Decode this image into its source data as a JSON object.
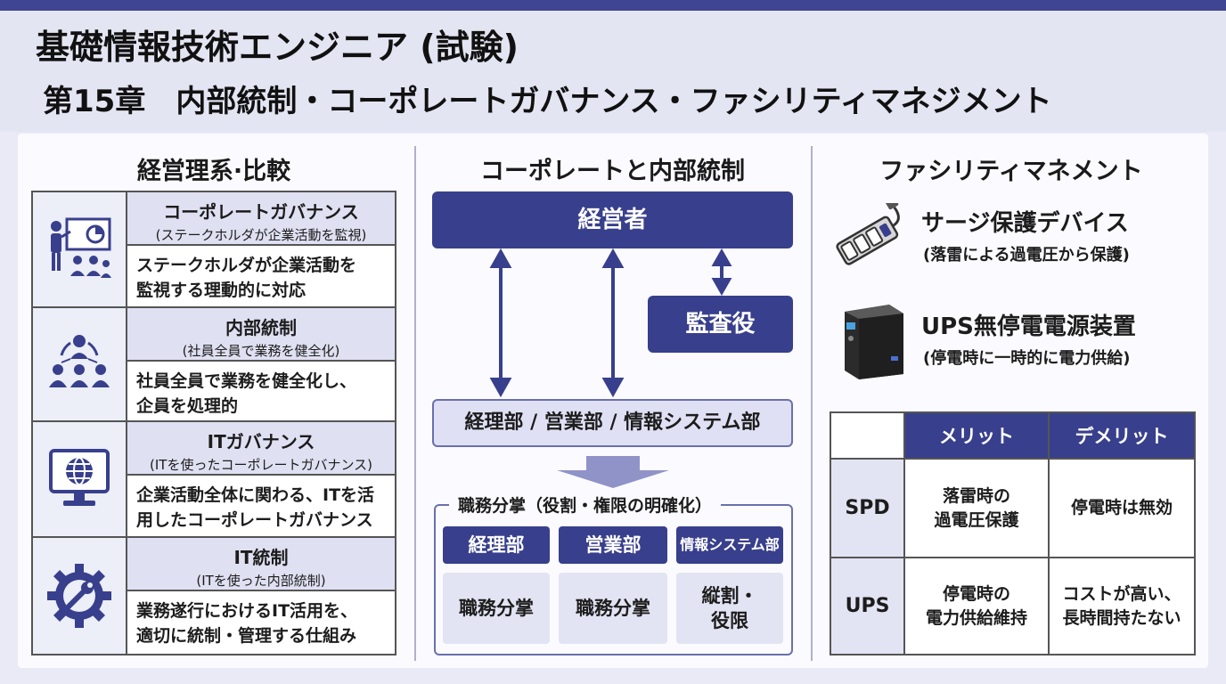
{
  "header": {
    "title": "基礎情報技術エンジニア (試験)",
    "subtitle": "第15章　内部統制・コーポレートガバナンス・ファシリティマネジメント"
  },
  "left": {
    "title": "経営理系·比較",
    "rows": [
      {
        "icon": "presentation-icon",
        "title": "コーポレートガバナンス",
        "sub": "(ステークホルダが企業活動を監視)",
        "desc1": "ステークホルダが企業活動を",
        "desc2": "監視する理動的に対応"
      },
      {
        "icon": "team-icon",
        "title": "内部統制",
        "sub": "(社員全員で業務を健全化)",
        "desc1": "社員全員で業務を健全化し、",
        "desc2": "企員を処理的"
      },
      {
        "icon": "globe-monitor-icon",
        "title": "ITガバナンス",
        "sub": "(ITを使ったコーポレートガバナンス)",
        "desc1": "企業活動全体に関わる、ITを活",
        "desc2": "用したコーポレートガバナンス"
      },
      {
        "icon": "gear-wrench-icon",
        "title": "IT統制",
        "sub": "(ITを使った内部統制)",
        "desc1": "業務遂行におけるIT活用を、",
        "desc2": "適切に統制・管理する仕組み"
      }
    ]
  },
  "middle": {
    "title": "コーポレートと内部統制",
    "executive": "経営者",
    "auditor": "監査役",
    "departments": "経理部 / 営業部 / 情報システム部",
    "segregation_title": "職務分掌（役割・権限の明確化）",
    "divisions": [
      {
        "name": "経理部",
        "duty": "職務分掌"
      },
      {
        "name": "営業部",
        "duty": "職務分掌"
      },
      {
        "name": "情報システム部",
        "duty_line1": "縦割・",
        "duty_line2": "役限"
      }
    ]
  },
  "right": {
    "title": "ファシリティマネメント",
    "surge": {
      "title": "サージ保護デバイス",
      "sub": "(落雷による過電圧から保護)",
      "icon": "power-strip-icon"
    },
    "ups": {
      "title": "UPS無停電電源装置",
      "sub": "(停電時に一時的に電力供給)",
      "icon": "ups-device-icon"
    },
    "table": {
      "headers": [
        "",
        "メリット",
        "デメリット"
      ],
      "rows": [
        {
          "label": "SPD",
          "merit1": "落雷時の",
          "merit2": "過電圧保護",
          "demerit1": "停電時は無効",
          "demerit2": ""
        },
        {
          "label": "UPS",
          "merit1": "停電時の",
          "merit2": "電力供給維持",
          "demerit1": "コストが高い、",
          "demerit2": "長時間持たない"
        }
      ]
    }
  },
  "colors": {
    "accent": "#383f8c",
    "light": "#dfe0f2",
    "background": "#e9eaf6"
  }
}
